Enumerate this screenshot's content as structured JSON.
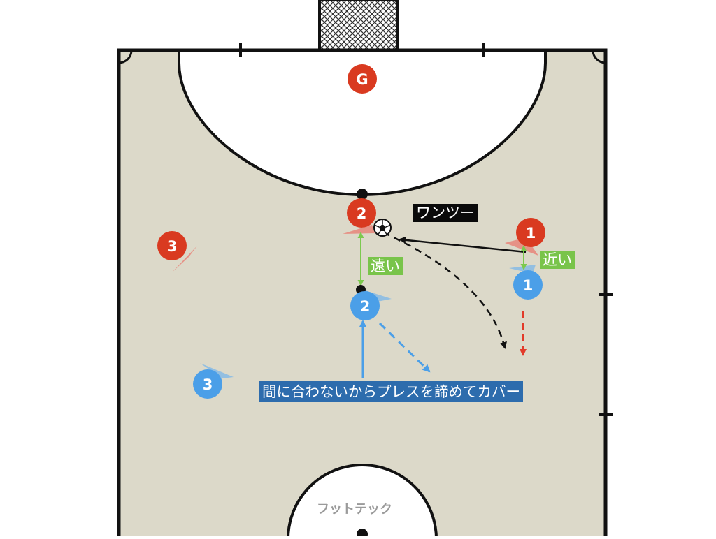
{
  "court": {
    "floor_color": "#dcd9c9",
    "line_color": "#111111",
    "area_color": "#ffffff"
  },
  "colors": {
    "red_team": "#d93a20",
    "blue_team": "#4b9fe8",
    "ball_arrow": "#111111",
    "red_run": "#e23b2a",
    "green_distance": "#7cc94e",
    "blue_arrow": "#4b9fe8"
  },
  "players": {
    "red_goalkeeper": "G",
    "red_2": "2",
    "red_1": "1",
    "red_3": "3",
    "blue_1": "1",
    "blue_2": "2",
    "blue_3": "3"
  },
  "labels": {
    "one_two": "ワンツー",
    "far": "遠い",
    "near": "近い",
    "cover_note": "間に合わないからプレスを諦めてカバー",
    "brand": "フットテック"
  },
  "icons": {
    "ball": "soccer-ball-icon"
  }
}
